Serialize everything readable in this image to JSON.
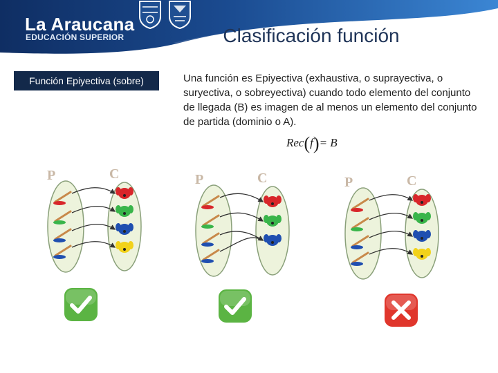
{
  "header": {
    "brand_name": "La Araucana",
    "brand_subtitle": "EDUCACIÓN SUPERIOR",
    "colors": {
      "dark": "#0f2e63",
      "mid": "#1c4f96",
      "light": "#2f74c4"
    },
    "crests": [
      "university-crest-icon",
      "institution-crest-icon"
    ]
  },
  "slide": {
    "title": "Clasificación función",
    "label": "Función Epiyectiva (sobre)",
    "description": "Una función es Epiyectiva (exhaustiva, o suprayectiva, o suryectiva, o sobreyectiva) cuando todo elemento del conjunto de llegada (B) es imagen de al menos un elemento del conjunto de partida (dominio o A).",
    "formula": {
      "lhs": "Rec",
      "var": "f",
      "rhs": "= B"
    }
  },
  "diagrams": [
    {
      "set_left": "P",
      "set_right": "C",
      "dog_colors": [
        "red",
        "green",
        "blue",
        "yellow"
      ],
      "result": "check",
      "result_icon": "checkmark-icon"
    },
    {
      "set_left": "P",
      "set_right": "C",
      "dog_colors": [
        "red",
        "green",
        "blue"
      ],
      "result": "check",
      "result_icon": "checkmark-icon"
    },
    {
      "set_left": "P",
      "set_right": "C",
      "dog_colors": [
        "red",
        "green",
        "blue",
        "yellow"
      ],
      "result": "cross",
      "result_icon": "cross-icon"
    }
  ],
  "colors": {
    "label_bg": "#13294a",
    "check": "#5bb443",
    "cross": "#e0362c",
    "set_fill": "#edf3dc"
  }
}
